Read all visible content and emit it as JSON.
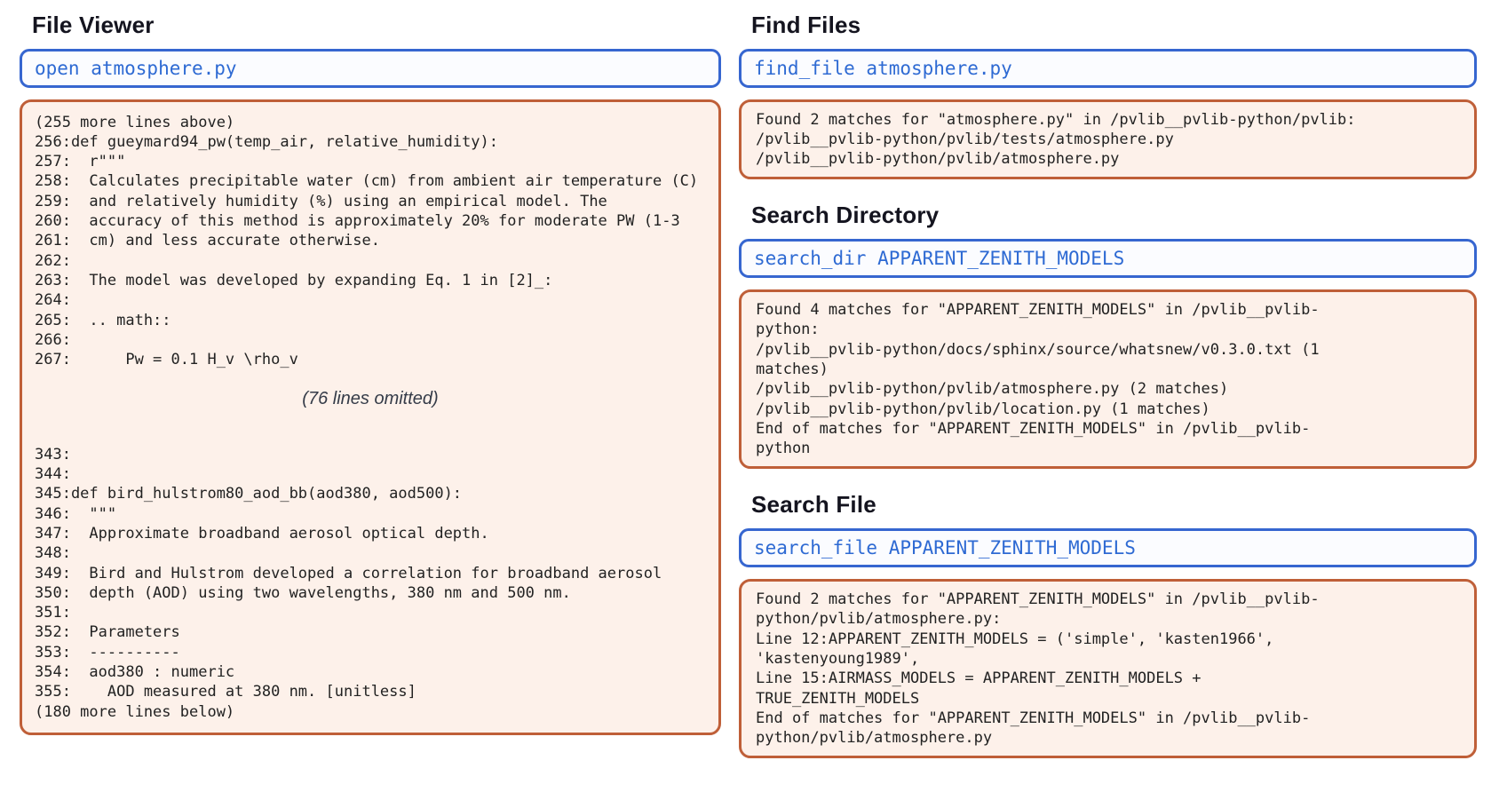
{
  "colors": {
    "command_border": "#3666d0",
    "command_text": "#2e6ad3",
    "command_background": "#fbfcff",
    "output_border": "#bf5f38",
    "output_background": "#fdf1ea",
    "output_text": "#222222",
    "title_text": "#14141f"
  },
  "panels": {
    "file_viewer": {
      "title": "File Viewer",
      "command": "open atmosphere.py",
      "output_lines_before": [
        "(255 more lines above)",
        "256:def gueymard94_pw(temp_air, relative_humidity):",
        "257:  r\"\"\"",
        "258:  Calculates precipitable water (cm) from ambient air temperature (C)",
        "259:  and relatively humidity (%) using an empirical model. The",
        "260:  accuracy of this method is approximately 20% for moderate PW (1-3",
        "261:  cm) and less accurate otherwise.",
        "262:",
        "263:  The model was developed by expanding Eq. 1 in [2]_:",
        "264:",
        "265:  .. math::",
        "266:",
        "267:      Pw = 0.1 H_v \\rho_v"
      ],
      "omitted_note": "(76 lines omitted)",
      "output_lines_after": [
        "343:",
        "344:",
        "345:def bird_hulstrom80_aod_bb(aod380, aod500):",
        "346:  \"\"\"",
        "347:  Approximate broadband aerosol optical depth.",
        "348:",
        "349:  Bird and Hulstrom developed a correlation for broadband aerosol",
        "350:  depth (AOD) using two wavelengths, 380 nm and 500 nm.",
        "351:",
        "352:  Parameters",
        "353:  ----------",
        "354:  aod380 : numeric",
        "355:    AOD measured at 380 nm. [unitless]",
        "(180 more lines below)"
      ]
    },
    "find_files": {
      "title": "Find Files",
      "command": "find_file atmosphere.py",
      "output_lines": [
        "Found 2 matches for \"atmosphere.py\" in /pvlib__pvlib-python/pvlib:",
        "/pvlib__pvlib-python/pvlib/tests/atmosphere.py",
        "/pvlib__pvlib-python/pvlib/atmosphere.py"
      ]
    },
    "search_dir": {
      "title": "Search Directory",
      "command": "search_dir APPARENT_ZENITH_MODELS",
      "output_lines": [
        "Found 4 matches for \"APPARENT_ZENITH_MODELS\" in /pvlib__pvlib-",
        "python:",
        "/pvlib__pvlib-python/docs/sphinx/source/whatsnew/v0.3.0.txt (1",
        "matches)",
        "/pvlib__pvlib-python/pvlib/atmosphere.py (2 matches)",
        "/pvlib__pvlib-python/pvlib/location.py (1 matches)",
        "End of matches for \"APPARENT_ZENITH_MODELS\" in /pvlib__pvlib-",
        "python"
      ]
    },
    "search_file": {
      "title": "Search File",
      "command": "search_file APPARENT_ZENITH_MODELS",
      "output_lines": [
        "Found 2 matches for \"APPARENT_ZENITH_MODELS\" in /pvlib__pvlib-",
        "python/pvlib/atmosphere.py:",
        "Line 12:APPARENT_ZENITH_MODELS = ('simple', 'kasten1966',",
        "'kastenyoung1989',",
        "Line 15:AIRMASS_MODELS = APPARENT_ZENITH_MODELS +",
        "TRUE_ZENITH_MODELS",
        "End of matches for \"APPARENT_ZENITH_MODELS\" in /pvlib__pvlib-",
        "python/pvlib/atmosphere.py"
      ]
    }
  }
}
